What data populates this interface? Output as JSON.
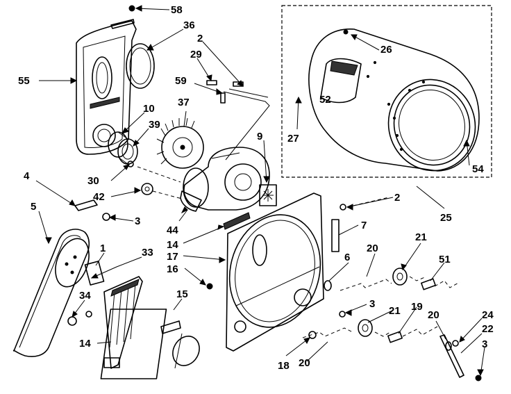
{
  "diagram": {
    "callouts": [
      {
        "id": "58",
        "text": "58"
      },
      {
        "id": "36",
        "text": "36"
      },
      {
        "id": "2a",
        "text": "2"
      },
      {
        "id": "29",
        "text": "29"
      },
      {
        "id": "55",
        "text": "55"
      },
      {
        "id": "59",
        "text": "59"
      },
      {
        "id": "37",
        "text": "37"
      },
      {
        "id": "10",
        "text": "10"
      },
      {
        "id": "39",
        "text": "39"
      },
      {
        "id": "9",
        "text": "9"
      },
      {
        "id": "26",
        "text": "26"
      },
      {
        "id": "52",
        "text": "52"
      },
      {
        "id": "27",
        "text": "27"
      },
      {
        "id": "54",
        "text": "54"
      },
      {
        "id": "4",
        "text": "4"
      },
      {
        "id": "30",
        "text": "30"
      },
      {
        "id": "42",
        "text": "42"
      },
      {
        "id": "5",
        "text": "5"
      },
      {
        "id": "3a",
        "text": "3"
      },
      {
        "id": "44",
        "text": "44"
      },
      {
        "id": "2b",
        "text": "2"
      },
      {
        "id": "25",
        "text": "25"
      },
      {
        "id": "7",
        "text": "7"
      },
      {
        "id": "14a",
        "text": "14"
      },
      {
        "id": "17",
        "text": "17"
      },
      {
        "id": "1",
        "text": "1"
      },
      {
        "id": "33",
        "text": "33"
      },
      {
        "id": "16",
        "text": "16"
      },
      {
        "id": "21a",
        "text": "21"
      },
      {
        "id": "20a",
        "text": "20"
      },
      {
        "id": "6",
        "text": "6"
      },
      {
        "id": "51",
        "text": "51"
      },
      {
        "id": "34",
        "text": "34"
      },
      {
        "id": "15",
        "text": "15"
      },
      {
        "id": "3b",
        "text": "3"
      },
      {
        "id": "21b",
        "text": "21"
      },
      {
        "id": "19",
        "text": "19"
      },
      {
        "id": "20b",
        "text": "20"
      },
      {
        "id": "24",
        "text": "24"
      },
      {
        "id": "22",
        "text": "22"
      },
      {
        "id": "14b",
        "text": "14"
      },
      {
        "id": "3c",
        "text": "3"
      },
      {
        "id": "18",
        "text": "18"
      },
      {
        "id": "20c",
        "text": "20"
      }
    ]
  }
}
